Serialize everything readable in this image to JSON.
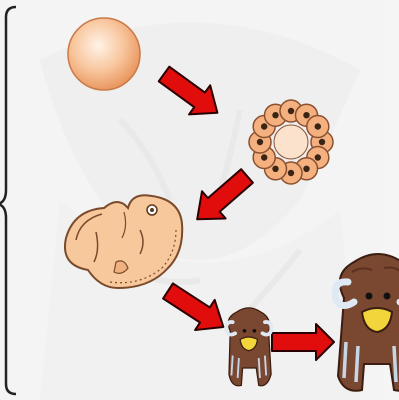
{
  "diagram": {
    "stages": [
      {
        "id": "egg-cell",
        "icon": "single-cell-icon"
      },
      {
        "id": "blastula",
        "icon": "cell-cluster-icon"
      },
      {
        "id": "embryo",
        "icon": "embryo-icon"
      },
      {
        "id": "young-animal",
        "icon": "small-musk-ox-icon"
      },
      {
        "id": "adult-animal",
        "icon": "large-musk-ox-icon"
      }
    ],
    "arrows": [
      {
        "from": "egg-cell",
        "to": "blastula"
      },
      {
        "from": "blastula",
        "to": "embryo"
      },
      {
        "from": "embryo",
        "to": "young-animal"
      },
      {
        "from": "young-animal",
        "to": "adult-animal"
      }
    ],
    "colors": {
      "arrow_fill": "#e10d0d",
      "arrow_stroke": "#2b0000",
      "cell_fill": "#f4b17f",
      "embryo_fill": "#f7c89c",
      "fur": "#7a4731",
      "horn": "#dfe9f3",
      "bracket": "#222222"
    }
  }
}
